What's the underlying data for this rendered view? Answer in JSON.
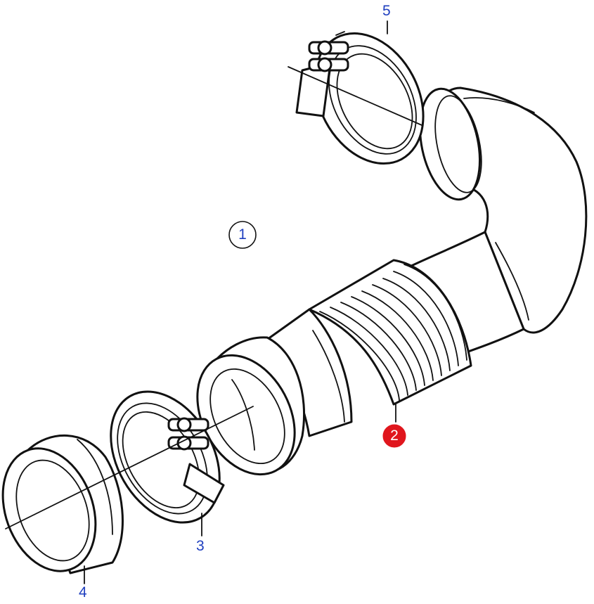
{
  "callouts": {
    "c1": "1",
    "c2": "2",
    "c3": "3",
    "c4": "4",
    "c5": "5"
  },
  "colors": {
    "label_blue": "#1f3fbf",
    "highlight_red": "#e0161d",
    "line": "#111111"
  }
}
